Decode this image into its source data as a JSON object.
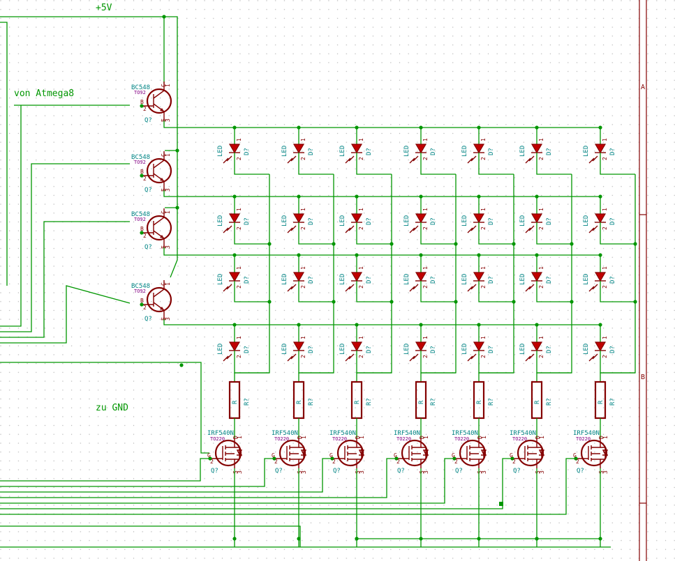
{
  "labels": {
    "supply": "+5V",
    "input": "von Atmega8",
    "ground": "zu GND",
    "frame_a": "A",
    "frame_b": "B"
  },
  "transistor": {
    "part": "BC548",
    "package": "TO92",
    "ref": "Q?",
    "pin_b": "B",
    "pin_c": "C",
    "pin_e": "E",
    "num_b": "2",
    "num_c": "1",
    "num_e": "3"
  },
  "led": {
    "part": "LED",
    "ref": "D?",
    "pin_a": "1",
    "pin_k": "2"
  },
  "resistor": {
    "part": "R",
    "ref": "R?"
  },
  "mosfet": {
    "part": "IRF540N",
    "package": "TO220",
    "ref": "Q?",
    "pin_g": "G",
    "pin_d": "D",
    "pin_s": "S",
    "num_g": "2",
    "num_d": "1",
    "num_s": "3"
  },
  "colors": {
    "wire": "#009600",
    "symbol": "#840000",
    "reference": "#008484",
    "package": "#840084",
    "grid": "#b8b8b8",
    "frame": "#840000"
  },
  "matrix": {
    "rows": 4,
    "columns": 7
  }
}
